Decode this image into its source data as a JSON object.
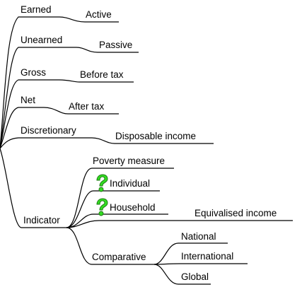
{
  "colors": {
    "line": "#000000",
    "text": "#000000",
    "question_icon_fill": "#33dd22",
    "question_icon_outline": "#1f7a14"
  },
  "tree": {
    "groups": [
      {
        "term": "Earned",
        "detail": "Active"
      },
      {
        "term": "Unearned",
        "detail": "Passive"
      },
      {
        "term": "Gross",
        "detail": "Before tax"
      },
      {
        "term": "Net",
        "detail": "After tax"
      },
      {
        "term": "Discretionary",
        "detail": "Disposable income"
      }
    ],
    "indicator": {
      "label": "Indicator",
      "poverty_measure": "Poverty measure",
      "individual": "Individual",
      "household": "Household",
      "equivalised": "Equivalised income",
      "comparative": "Comparative",
      "comparative_children": [
        "National",
        "International",
        "Global"
      ]
    }
  },
  "icons": {
    "individual_marker": "question-mark-icon",
    "household_marker": "question-mark-icon"
  }
}
